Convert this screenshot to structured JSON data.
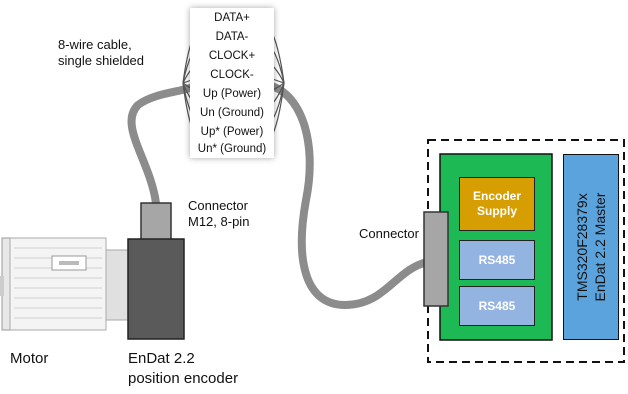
{
  "cable": {
    "label_line1": "8-wire cable,",
    "label_line2": "single shielded"
  },
  "pins": [
    "DATA+",
    "DATA-",
    "CLOCK+",
    "CLOCK-",
    "Up (Power)",
    "Un (Ground)",
    "Up* (Power)",
    "Un* (Ground)"
  ],
  "encoder_connector": {
    "label_line1": "Connector",
    "label_line2": "M12, 8-pin"
  },
  "board_connector": {
    "label": "Connector"
  },
  "motor": {
    "label": "Motor"
  },
  "encoder": {
    "label_line1": "EnDat 2.2",
    "label_line2": "position encoder"
  },
  "board": {
    "supply_line1": "Encoder",
    "supply_line2": "Supply",
    "rs485_top": "RS485",
    "rs485_bottom": "RS485"
  },
  "master": {
    "line1": "TMS320F28379x",
    "line2": "EnDat 2.2 Master"
  },
  "colors": {
    "cable": "#8c8c8c",
    "board_green": "#1db954",
    "supply_gold": "#d69e00",
    "rs485_blue": "#93b3e0",
    "master_blue": "#5ba3dd",
    "encoder_gray": "#5a5a5a",
    "connector_gray": "#a6a6a6"
  }
}
